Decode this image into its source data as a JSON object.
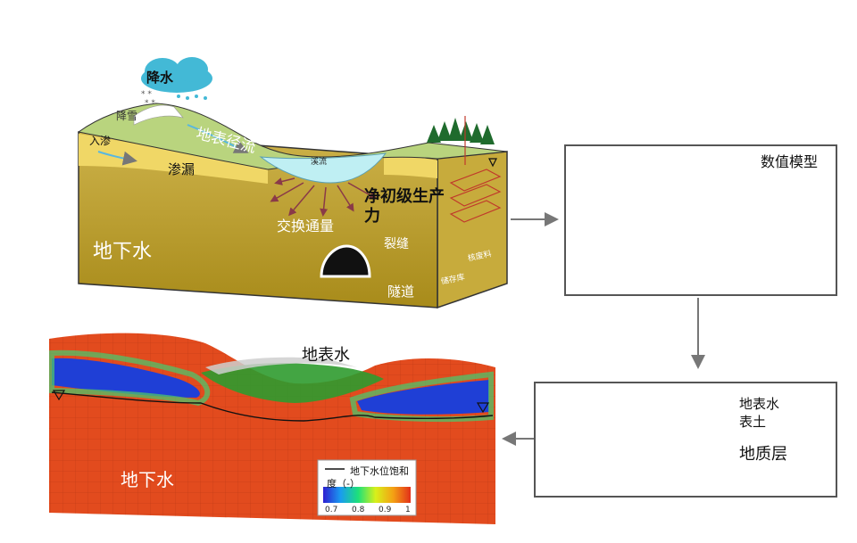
{
  "top_block": {
    "precipitation": "降水",
    "snow": "降雪",
    "infiltration": "入渗",
    "surface_runoff": "地表径流",
    "seepage": "渗漏",
    "stream": "溪流",
    "primary_production": "净初级生产力",
    "exchange_flux": "交换通量",
    "fracture": "裂缝",
    "groundwater": "地下水",
    "tunnel": "隧道",
    "nuclear_waste": "核废料",
    "repository": "储存库"
  },
  "numerical_model": {
    "title": "数值模型"
  },
  "layers": {
    "surface_water": "地表水",
    "topsoil": "表土",
    "geological_layers": "地质层"
  },
  "result": {
    "surface_water": "地表水",
    "groundwater": "地下水",
    "legend_title": "地下水位饱和度（-）",
    "colorbar_ticks": [
      "0.7",
      "0.8",
      "0.9",
      "1"
    ]
  },
  "colors": {
    "soil_dark": "#b99a1e",
    "soil_light": "#f0d766",
    "grass": "#b9d47e",
    "water": "#bfeff3",
    "model_red": "#e24b1e",
    "model_blue": "#1f3fd6",
    "arrow": "#777777"
  }
}
